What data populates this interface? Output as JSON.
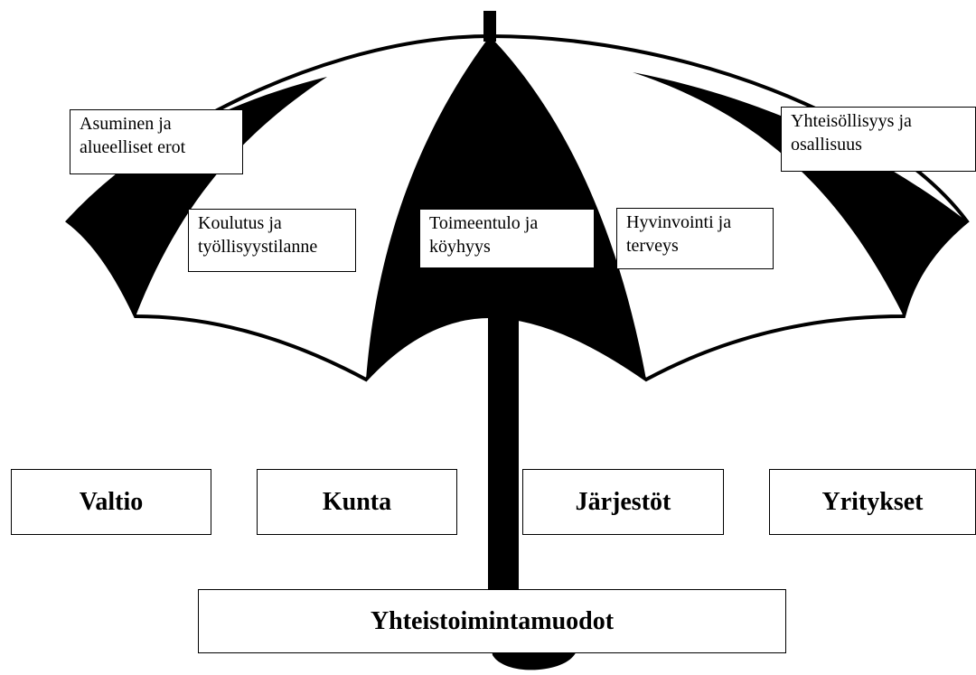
{
  "topics": {
    "asuminen": "Asuminen ja\nalueelliset erot",
    "koulutus": "Koulutus ja\ntyöllisyystilanne",
    "toimeentulo": "Toimeentulo ja\nköyhyys",
    "hyvinvointi": "Hyvinvointi ja\nterveys",
    "yhteisollisyys": "Yhteisöllisyys ja\nosallisuus"
  },
  "actors": [
    "Valtio",
    "Kunta",
    "Järjestöt",
    "Yritykset"
  ],
  "cooperation": "Yhteistoimintamuodot",
  "colors": {
    "fill": "#000000",
    "background": "#ffffff"
  }
}
